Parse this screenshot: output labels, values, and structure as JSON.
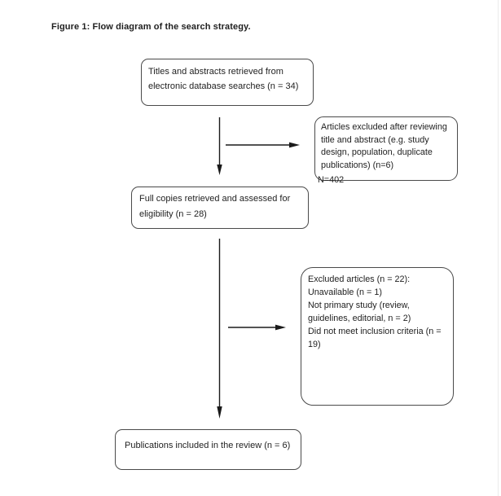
{
  "page": {
    "title": "Figure 1: Flow diagram of the search strategy."
  },
  "diagram": {
    "boxes": {
      "retrieved": {
        "text": "Titles and abstracts retrieved from\nelectronic database searches (n = 34)"
      },
      "excluded_title_abstract": {
        "text": "Articles excluded after reviewing\ntitle and abstract (e.g. study\ndesign, population, duplicate\npublications) (n=6)",
        "footnote": "N=402"
      },
      "full_copies": {
        "text": "Full copies retrieved and assessed for\neligibility (n = 28)"
      },
      "excluded_articles": {
        "text": "Excluded articles (n = 22):\nUnavailable (n = 1)\nNot primary study (review,\nguidelines, editorial, n = 2)\nDid not meet inclusion criteria (n =\n19)"
      },
      "included": {
        "text": "Publications included in the review (n = 6)"
      }
    },
    "colors": {
      "border": "#4a4a4a",
      "text": "#1f1f1f",
      "arrow": "#1a1a1a",
      "background": "#ffffff",
      "page_edge": "#ececec"
    }
  }
}
